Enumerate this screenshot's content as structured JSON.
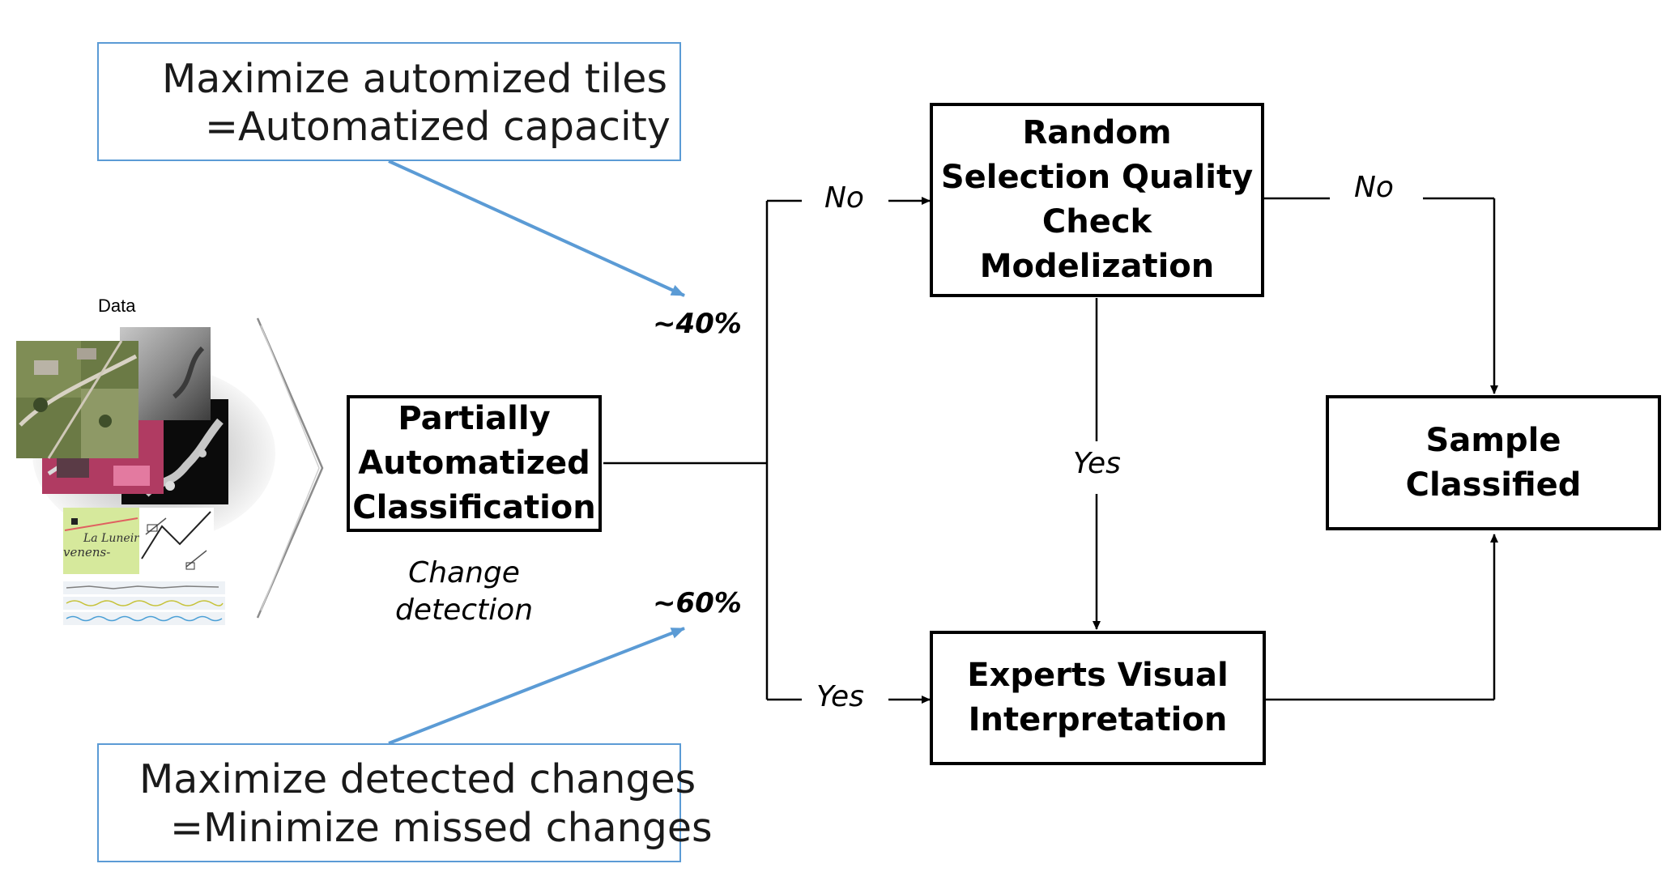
{
  "data_panel": {
    "title": "Data",
    "map_label_1": "La Luneire",
    "map_label_2": "venens-"
  },
  "top_note": {
    "line1": "Maximize automized tiles",
    "line2": "=Automatized capacity"
  },
  "bottom_note": {
    "line1": "Maximize detected changes",
    "line2": "=Minimize missed changes"
  },
  "pct_top": "~40%",
  "pct_bottom": "~60%",
  "classification_box": {
    "line1": "Partially",
    "line2": "Automatized",
    "line3": "Classification"
  },
  "change_detection": {
    "line1": "Change",
    "line2": "detection"
  },
  "rsq_box": {
    "line1": "Random",
    "line2": "Selection Quality",
    "line3": "Check",
    "line4": "Modelization"
  },
  "expert_box": {
    "line1": "Experts Visual",
    "line2": "Interpretation"
  },
  "sample_box": {
    "line1": "Sample",
    "line2": "Classified"
  },
  "branch_labels": {
    "no_left": "No",
    "yes_left": "Yes",
    "yes_middle": "Yes",
    "no_right": "No"
  },
  "colors": {
    "accent_blue": "#5b9bd5",
    "line": "#000000"
  }
}
